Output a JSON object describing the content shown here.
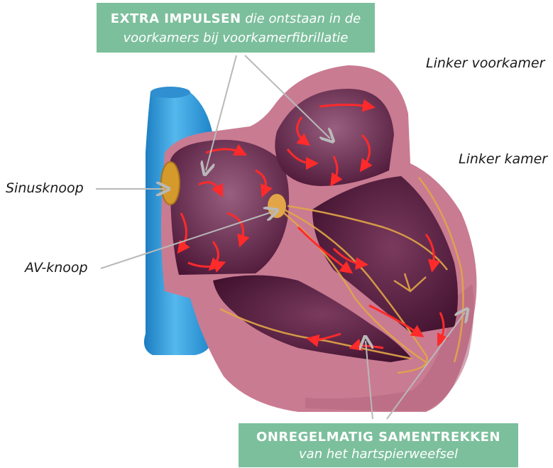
{
  "callouts": {
    "extra_impulses_bold": "EXTRA IMPULSEN",
    "extra_impulses_rest": "die ontstaan in de",
    "extra_impulses_line2": "voorkamers bij voorkamerfibrillatie",
    "irregular_bold": "ONREGELMATIG SAMENTREKKEN",
    "irregular_line2": "van het hartspierweefsel"
  },
  "labels": {
    "left_atrium": "Linker voorkamer",
    "left_ventricle": "Linker kamer",
    "sinus_node": "Sinusknoop",
    "av_node": "AV-knoop"
  },
  "colors": {
    "callout_bg": "#7cbf9c",
    "heart_wall": "#c97b92",
    "chamber": "#5a1f40",
    "vessel": "#2a9ad6",
    "impulse": "#ff2a2a",
    "conduction": "#e2a648",
    "node": "#d49a2c"
  }
}
